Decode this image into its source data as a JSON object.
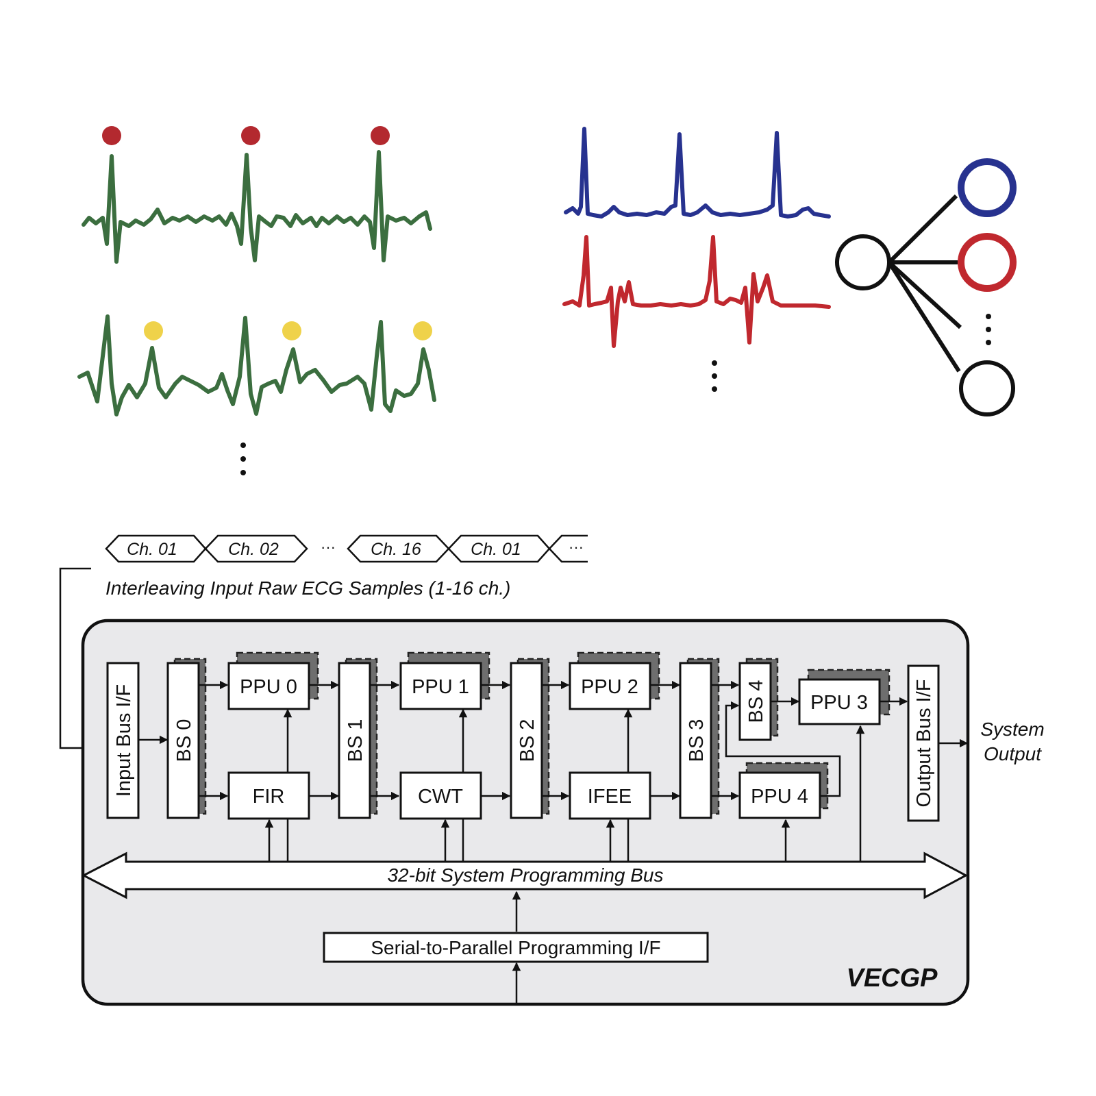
{
  "channel_tags": [
    "Ch. 01",
    "Ch. 02",
    "···",
    "Ch. 16",
    "Ch. 01",
    "···"
  ],
  "input_caption": "Interleaving Input Raw ECG Samples (1-16 ch.)",
  "blocks": {
    "input_bus": "Input Bus I/F",
    "bs0": "BS 0",
    "ppu0": "PPU 0",
    "fir": "FIR",
    "bs1": "BS 1",
    "ppu1": "PPU 1",
    "cwt": "CWT",
    "bs2": "BS 2",
    "ppu2": "PPU 2",
    "ifee": "IFEE",
    "bs3": "BS 3",
    "bs4": "BS 4",
    "ppu3": "PPU 3",
    "ppu4": "PPU 4",
    "output_bus": "Output Bus I/F",
    "serial_if": "Serial-to-Parallel Programming I/F"
  },
  "bus_label": "32-bit System Programming Bus",
  "system_output": [
    "System",
    "Output"
  ],
  "chip_name": "VECGP",
  "colors": {
    "ecg_green": "#3b6e3f",
    "r_peak_dot": "#b3292f",
    "t_peak_dot": "#efd24a",
    "blue_signal": "#27328f",
    "red_signal": "#c0282e",
    "chip_fill": "#e9e9eb",
    "shadow": "#6e6e6e"
  },
  "icons": [
    "r-peak-marker",
    "t-peak-marker",
    "vertical-ellipsis",
    "classifier-node-graph"
  ]
}
